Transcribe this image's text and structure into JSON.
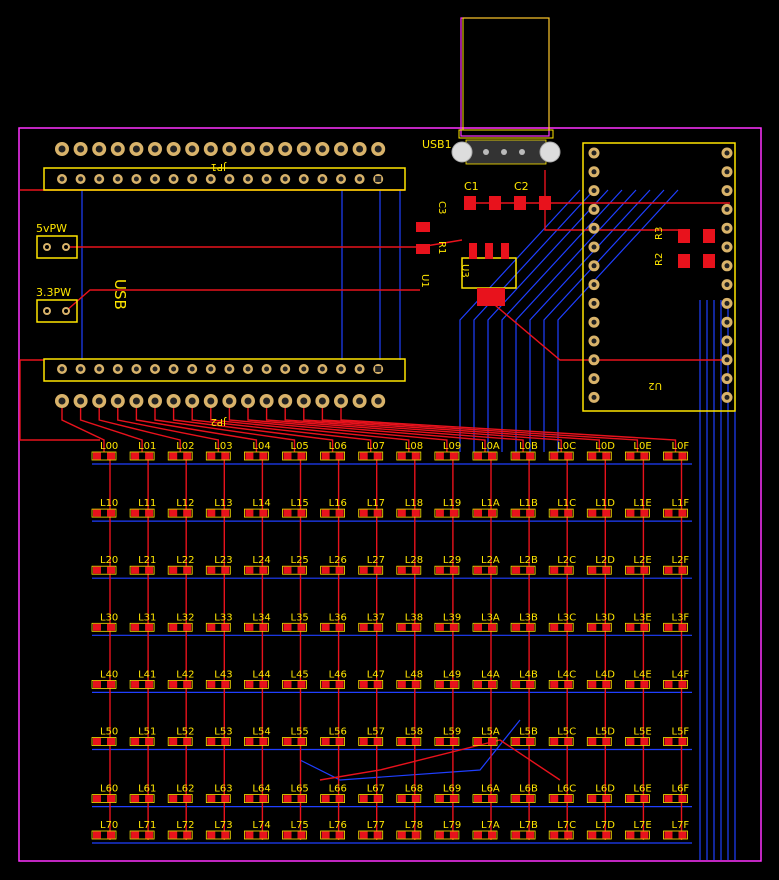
{
  "colors": {
    "background": "#000000",
    "outline": "#ff33ff",
    "silkscreen": "#ffe600",
    "top_copper": "#e8121c",
    "bottom_copper": "#1f3fff",
    "pad_ring": "#d9b36a"
  },
  "components": {
    "jp1": "JP1",
    "jp2": "JP2",
    "usb_connector": "USB1",
    "usb_text": "USB",
    "c1": "C1",
    "c2": "C2",
    "c3": "C3",
    "r1": "R1",
    "r2": "R2",
    "r3": "R3",
    "u1": "U1",
    "u2": "U2",
    "u3": "U3",
    "pwr5v": "5vPW",
    "pwr33": "3.3PW"
  },
  "led_matrix": {
    "rows": [
      [
        "L00",
        "L01",
        "L02",
        "L03",
        "L04",
        "L05",
        "L06",
        "L07",
        "L08",
        "L09",
        "L0A",
        "L0B",
        "L0C",
        "L0D",
        "L0E",
        "L0F"
      ],
      [
        "L10",
        "L11",
        "L12",
        "L13",
        "L14",
        "L15",
        "L16",
        "L17",
        "L18",
        "L19",
        "L1A",
        "L1B",
        "L1C",
        "L1D",
        "L1E",
        "L1F"
      ],
      [
        "L20",
        "L21",
        "L22",
        "L23",
        "L24",
        "L25",
        "L26",
        "L27",
        "L28",
        "L29",
        "L2A",
        "L2B",
        "L2C",
        "L2D",
        "L2E",
        "L2F"
      ],
      [
        "L30",
        "L31",
        "L32",
        "L33",
        "L34",
        "L35",
        "L36",
        "L37",
        "L38",
        "L39",
        "L3A",
        "L3B",
        "L3C",
        "L3D",
        "L3E",
        "L3F"
      ],
      [
        "L40",
        "L41",
        "L42",
        "L43",
        "L44",
        "L45",
        "L46",
        "L47",
        "L48",
        "L49",
        "L4A",
        "L4B",
        "L4C",
        "L4D",
        "L4E",
        "L4F"
      ],
      [
        "L50",
        "L51",
        "L52",
        "L53",
        "L54",
        "L55",
        "L56",
        "L57",
        "L58",
        "L59",
        "L5A",
        "L5B",
        "L5C",
        "L5D",
        "L5E",
        "L5F"
      ],
      [
        "L60",
        "L61",
        "L62",
        "L63",
        "L64",
        "L65",
        "L66",
        "L67",
        "L68",
        "L69",
        "L6A",
        "L6B",
        "L6C",
        "L6D",
        "L6E",
        "L6F"
      ],
      [
        "L70",
        "L71",
        "L72",
        "L73",
        "L74",
        "L75",
        "L76",
        "L77",
        "L78",
        "L79",
        "L7A",
        "L7B",
        "L7C",
        "L7D",
        "L7E",
        "L7F"
      ]
    ]
  }
}
